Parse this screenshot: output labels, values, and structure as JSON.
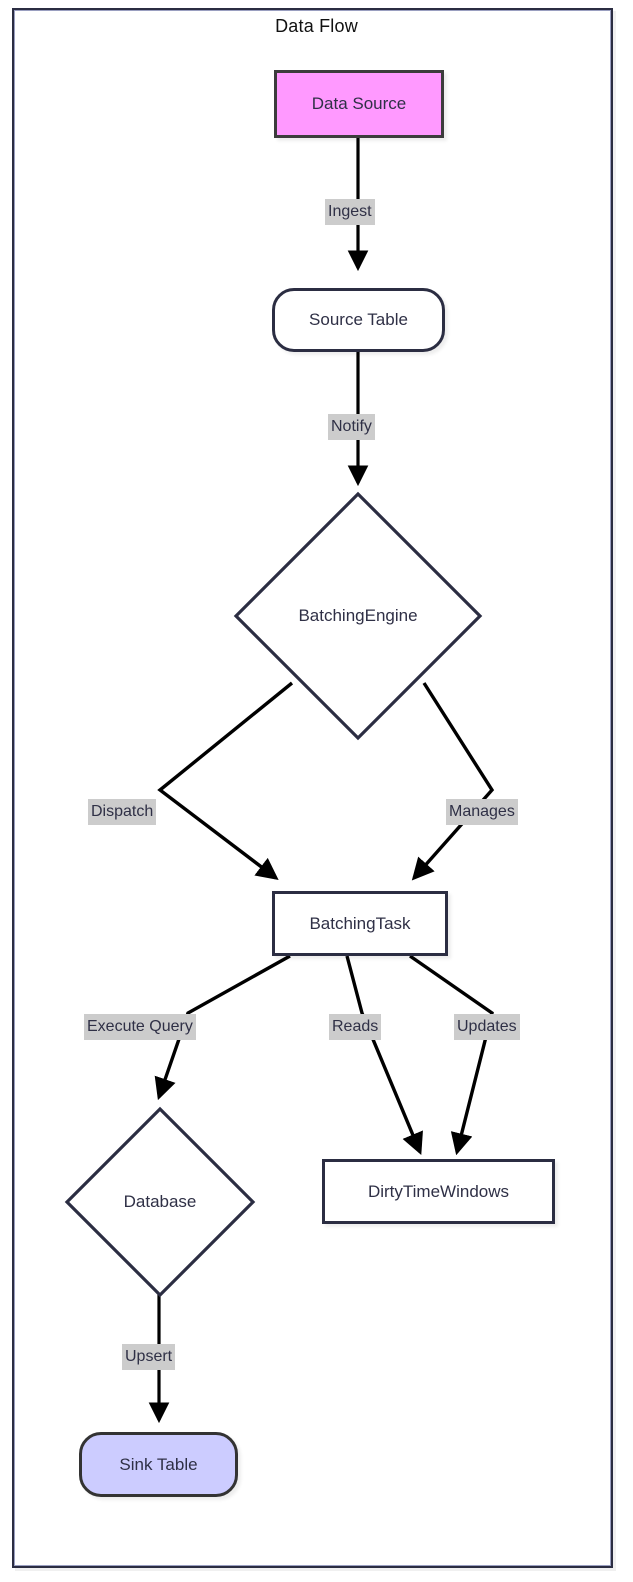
{
  "diagram": {
    "title": "Data Flow",
    "type": "flowchart",
    "direction": "top-down",
    "colors": {
      "frame_border": "#2b2d42",
      "node_border": "#2b2d42",
      "node_fill": "#ffffff",
      "source_fill": "#ff99ff",
      "sink_fill": "#ccccff",
      "edge_label_bg": "#cccccc",
      "text": "#2f3046",
      "edge_stroke": "#000000"
    },
    "nodes": [
      {
        "id": "data-source",
        "label": "Data Source",
        "shape": "rectangle",
        "fill": "#ff99ff"
      },
      {
        "id": "source-table",
        "label": "Source Table",
        "shape": "rounded-rectangle",
        "fill": "#ffffff"
      },
      {
        "id": "batching-engine",
        "label": "BatchingEngine",
        "shape": "diamond",
        "fill": "#ffffff"
      },
      {
        "id": "batching-task",
        "label": "BatchingTask",
        "shape": "rectangle",
        "fill": "#ffffff"
      },
      {
        "id": "database",
        "label": "Database",
        "shape": "diamond",
        "fill": "#ffffff"
      },
      {
        "id": "dirty-time-windows",
        "label": "DirtyTimeWindows",
        "shape": "rectangle",
        "fill": "#ffffff"
      },
      {
        "id": "sink-table",
        "label": "Sink Table",
        "shape": "rounded-rectangle",
        "fill": "#ccccff"
      }
    ],
    "edges": [
      {
        "id": "e1",
        "from": "data-source",
        "to": "source-table",
        "label": "Ingest"
      },
      {
        "id": "e2",
        "from": "source-table",
        "to": "batching-engine",
        "label": "Notify"
      },
      {
        "id": "e3",
        "from": "batching-engine",
        "to": "batching-task",
        "label": "Dispatch"
      },
      {
        "id": "e4",
        "from": "batching-engine",
        "to": "batching-task",
        "label": "Manages"
      },
      {
        "id": "e5",
        "from": "batching-task",
        "to": "database",
        "label": "Execute Query"
      },
      {
        "id": "e6",
        "from": "batching-task",
        "to": "dirty-time-windows",
        "label": "Reads"
      },
      {
        "id": "e7",
        "from": "batching-task",
        "to": "dirty-time-windows",
        "label": "Updates"
      },
      {
        "id": "e8",
        "from": "database",
        "to": "sink-table",
        "label": "Upsert"
      }
    ]
  }
}
